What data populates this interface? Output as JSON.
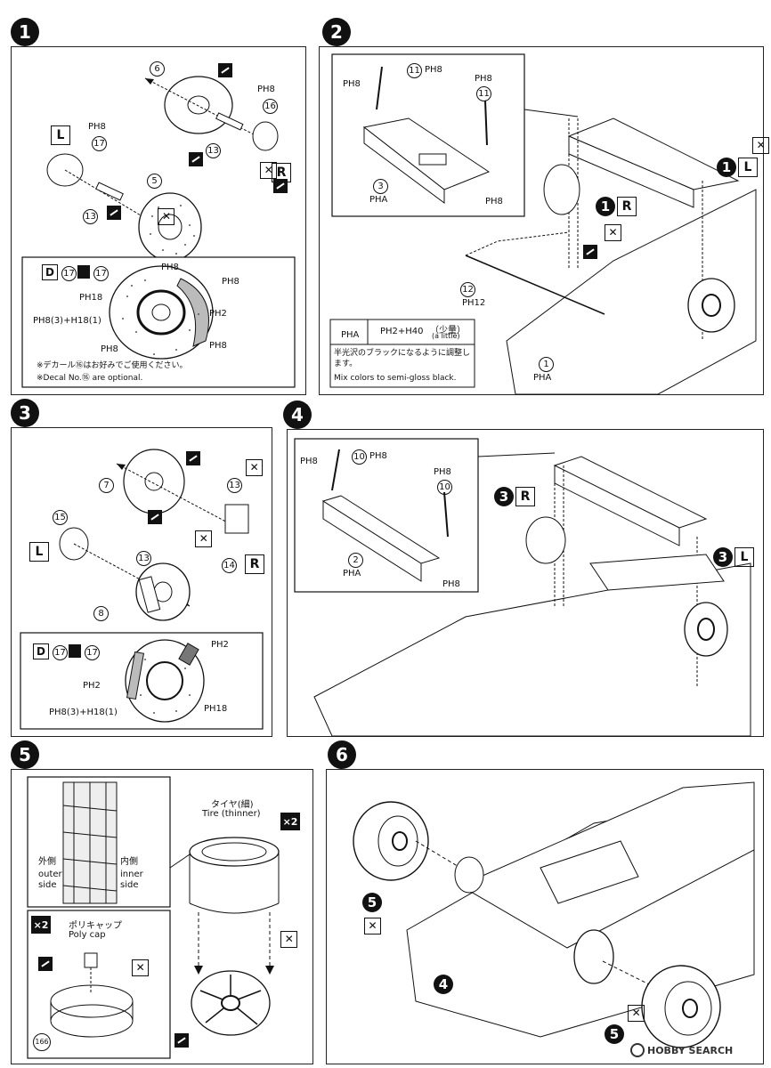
{
  "steps": {
    "s1": {
      "num": "1"
    },
    "s2": {
      "num": "2"
    },
    "s3": {
      "num": "3"
    },
    "s4": {
      "num": "4"
    },
    "s5": {
      "num": "5"
    },
    "s6": {
      "num": "6"
    }
  },
  "step1": {
    "parts": {
      "p6": "6",
      "p16": "16",
      "p13a": "13",
      "p17": "17",
      "p5": "5",
      "p13b": "13"
    },
    "side_L": "L",
    "side_R": "R",
    "paint_ph8": "PH8",
    "detail": {
      "d": "D",
      "d17a": "17",
      "d17b": "17",
      "ph8a": "PH8",
      "ph8b": "PH8",
      "ph18": "PH18",
      "ph2": "PH2",
      "ph8c": "PH8",
      "ph8d": "PH8",
      "mix": "PH8(3)+H18(1)",
      "note_jp": "※デカール⑯はお好みでご使用ください。",
      "note_en": "※Decal No.⑯ are optional."
    }
  },
  "step2": {
    "parts": {
      "p11a": "11",
      "p11b": "11",
      "p3": "3",
      "p12": "12",
      "p1": "1"
    },
    "ph8": "PH8",
    "pha": "PHA",
    "ph12": "PH12",
    "ref1R": {
      "num": "1",
      "side": "R"
    },
    "ref1L": {
      "num": "1",
      "side": "L"
    },
    "table": {
      "left": "PHA",
      "right": "PH2+H40",
      "jp_small": "（少量）",
      "en_small": "(a little)",
      "note_jp": "半光沢のブラックになるように調整します。",
      "note_en": "Mix colors to semi-gloss black."
    }
  },
  "step3": {
    "parts": {
      "p7": "7",
      "p13a": "13",
      "p15": "15",
      "p13b": "13",
      "p14": "14",
      "p8": "8"
    },
    "side_L": "L",
    "side_R": "R",
    "detail": {
      "d": "D",
      "d17a": "17",
      "d17b": "17",
      "ph2a": "PH2",
      "ph2b": "PH2",
      "ph18": "PH18",
      "mix": "PH8(3)+H18(1)"
    }
  },
  "step4": {
    "parts": {
      "p10a": "10",
      "p10b": "10",
      "p2": "2"
    },
    "ph8": "PH8",
    "pha": "PHA",
    "ref3R": {
      "num": "3",
      "side": "R"
    },
    "ref3L": {
      "num": "3",
      "side": "L"
    }
  },
  "step5": {
    "tire_jp": "タイヤ(細)",
    "tire_en": "Tire (thinner)",
    "x2a": "×2",
    "x2b": "×2",
    "outer_jp": "外側",
    "outer_en": "outer side",
    "inner_jp": "内側",
    "inner_en": "inner side",
    "polycap_jp": "ポリキャップ",
    "polycap_en": "Poly cap",
    "p166": "166"
  },
  "step6": {
    "ref5a": "5",
    "ref5b": "5",
    "ref4": "4"
  },
  "watermark": "HOBBY SEARCH"
}
